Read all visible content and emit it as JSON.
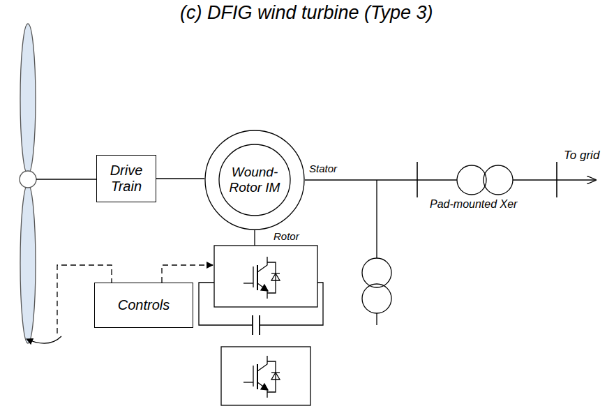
{
  "diagram": {
    "title": "(c) DFIG wind turbine (Type 3)",
    "nodes": [
      {
        "text": [
          "Drive Train"
        ]
      },
      {
        "text": [
          "Wound-Rotor IM"
        ]
      },
      {
        "text": [
          "Controls"
        ]
      }
    ],
    "edges": [
      {
        "from": 0,
        "to": 1,
        "arrow": "none"
      }
    ],
    "labels": [
      "Stator",
      "Rotor",
      "Pad-mounted Xer",
      "To grid"
    ]
  }
}
